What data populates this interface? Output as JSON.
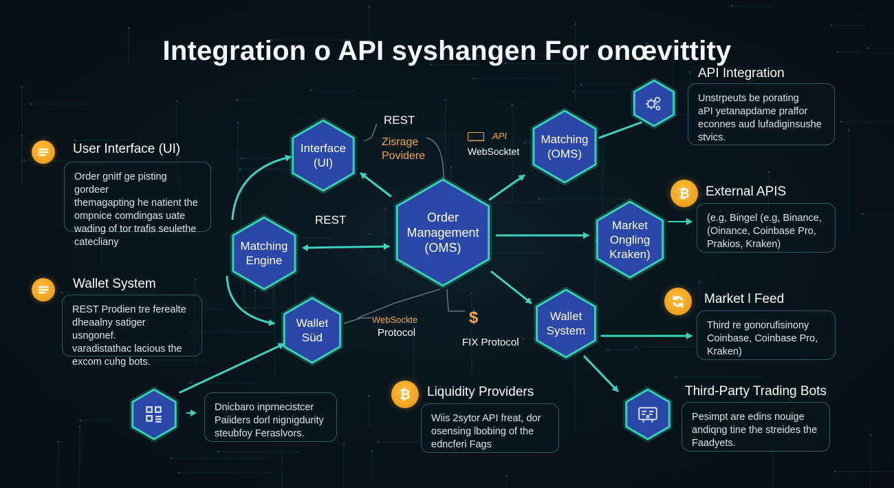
{
  "title": "Integration o API syshangen For onœvittity",
  "colors": {
    "background": "#08131a",
    "hex_fill": "#2b47a8",
    "hex_border": "#36d0b6",
    "connector": "#3ed2ba",
    "card_border": "#2a5d62",
    "accent_orange": "#f5a623"
  },
  "hexes": {
    "interface_ui": "Interface\n(UI)",
    "matching_oms": "Matching\n(OMS)",
    "order_management": "Order\nManagement\n(OMS)",
    "matching_engine": "Matching\nEngine",
    "market_ongling": "Market\nOngling\nKraken)",
    "wallet_sud": "Wallet\nSüd",
    "wallet_system": "Wallet\nSystem"
  },
  "connector_labels": {
    "rest_top": "REST",
    "zisrage": "Zisrage\nPovidere",
    "ws_top": "WebSocktet",
    "api_tag": "API",
    "rest_mid": "REST",
    "websockte": "WebSockte",
    "protocol": "Protocol",
    "dollar": "$",
    "fix_protocol": "FIX Protocol"
  },
  "sections": {
    "user_interface": {
      "heading": "User Interface (UI)",
      "icon": "list-icon",
      "text": "Order gnitf ge pisting gordeer\nthemagapting he natient the\nompnice comdingas uate\nwading of tor trafis seulethe\ncatecliany"
    },
    "wallet_system": {
      "heading": "Wallet System",
      "icon": "list-icon",
      "text": "REST Prodien tre ferealte\ndheaalny satiger usngonef.\nvaradistathac lacious the\nexcom cuhg bots."
    },
    "bottom_left": {
      "icon": "grid-icon",
      "text": "Dnicbaro inprnecistcer\nPaiiders dorl nignigdurity\nsteubfoy Feraslvors."
    },
    "api_integration": {
      "heading": "API Integration",
      "icon": "gears-icon",
      "text": "Unstrpeuts be porating\naPI yetanapdame praffor\neconnes aud lufadiginsushe\nstvics."
    },
    "external_apis": {
      "heading": "External APIS",
      "icon": "bitcoin-icon",
      "text": "(e.g, Bingel (e.g, Binance,\n(Oinance, Coinbase Pro,\nPrakios, Kraken)"
    },
    "market_feed": {
      "heading": "Market l Feed",
      "icon": "refresh-icon",
      "text": "Third re gonorufisinony\nCoinbase, Coinbase Pro,\nKraken)"
    },
    "third_party_bots": {
      "heading": "Third-Party Trading Bots",
      "icon": "bot-panel-icon",
      "text": "Pesimpt are edins nouige\nandiqng tine the streides the\nFaadyets."
    },
    "liquidity_providers": {
      "heading": "Liquidity Providers",
      "icon": "bitcoin-icon",
      "text": "Wiis 2sytor API freat, dor\nosensing lbobing of the\nedncferi Fags"
    }
  }
}
